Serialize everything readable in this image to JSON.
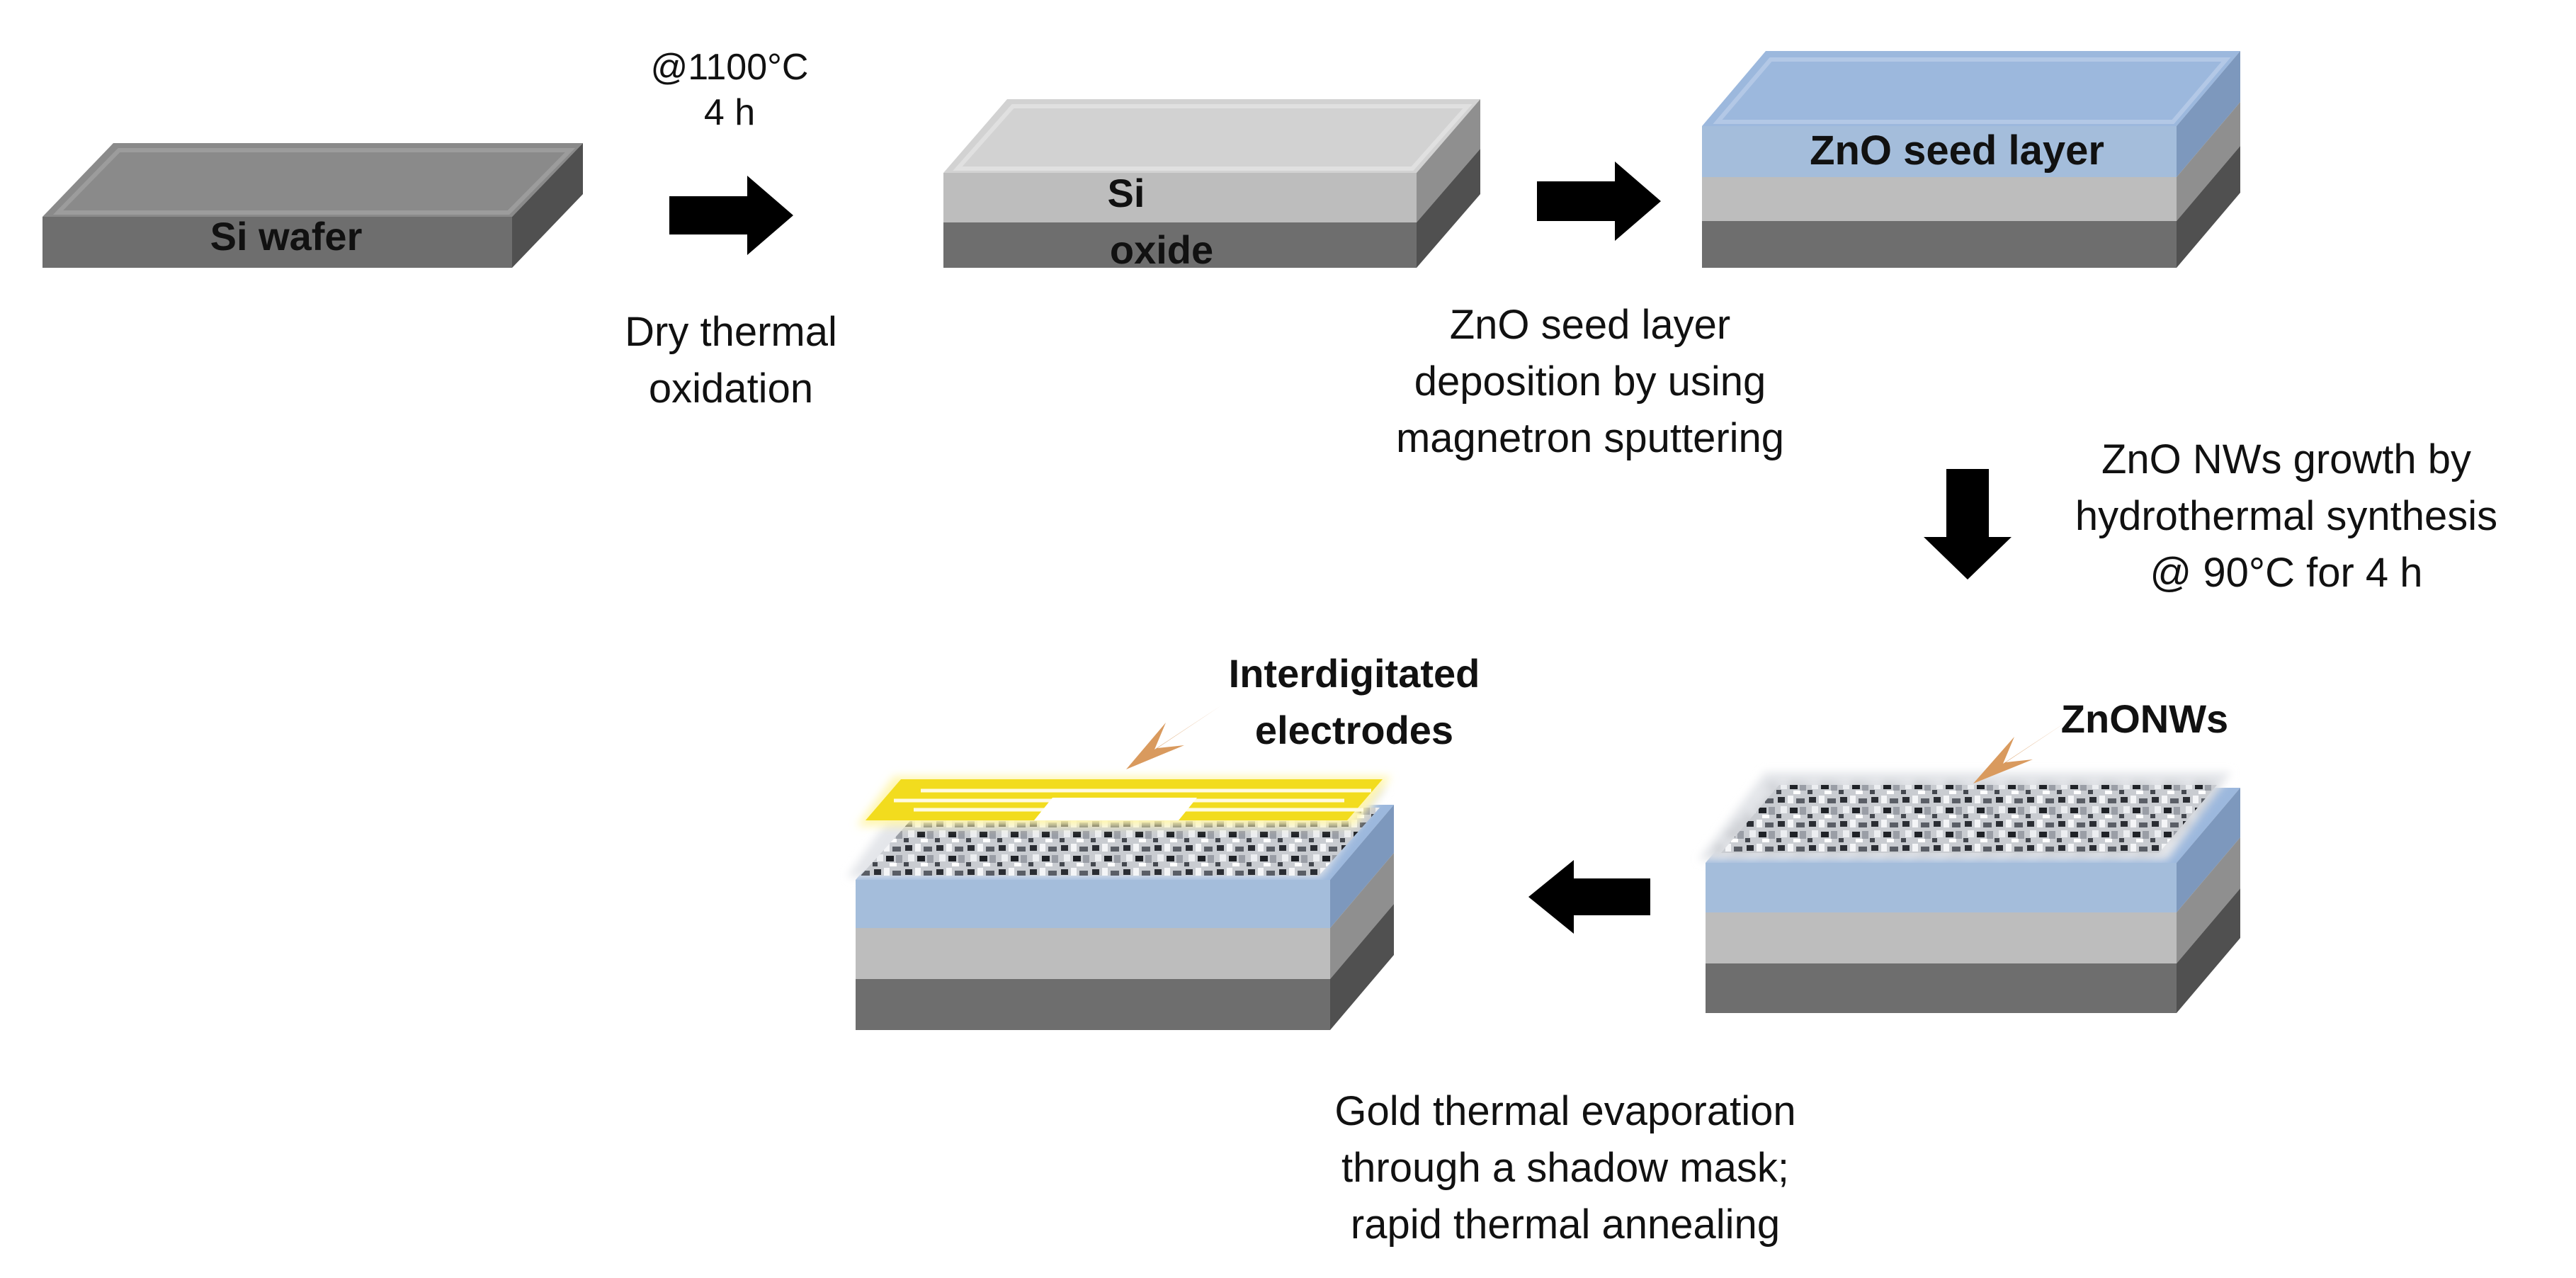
{
  "colors": {
    "si_front": "#6e6e6e",
    "si_top": "#8a8a8a",
    "si_side": "#505050",
    "oxide_front": "#bdbdbd",
    "oxide_top": "#d2d2d2",
    "oxide_side": "#8f8f8f",
    "zno_front": "#a4bddb",
    "zno_top": "#9cb8dd",
    "zno_side": "#7d98bd",
    "gold": "#f2dc1e",
    "pointer": "#d99a5e",
    "arrow": "#000000"
  },
  "blocks": {
    "si_wafer_label": "Si wafer",
    "si_oxide_label_1": "Si",
    "si_oxide_label_2": "oxide",
    "zno_seed_label": "ZnO seed layer"
  },
  "steps": {
    "oxidation_condition_1": "@1100°C",
    "oxidation_condition_2": "4 h",
    "oxidation_1": "Dry thermal",
    "oxidation_2": "oxidation",
    "sputter_1": "ZnO seed layer",
    "sputter_2": "deposition by using",
    "sputter_3": "magnetron sputtering",
    "hydro_1": "ZnO NWs growth by",
    "hydro_2": "hydrothermal synthesis",
    "hydro_3": "@ 90°C for 4 h",
    "gold_1": "Gold thermal evaporation",
    "gold_2": "through a shadow mask;",
    "gold_3": "rapid thermal annealing"
  },
  "callouts": {
    "electrodes_1": "Interdigitated",
    "electrodes_2": "electrodes",
    "nanowires": "ZnONWs"
  }
}
